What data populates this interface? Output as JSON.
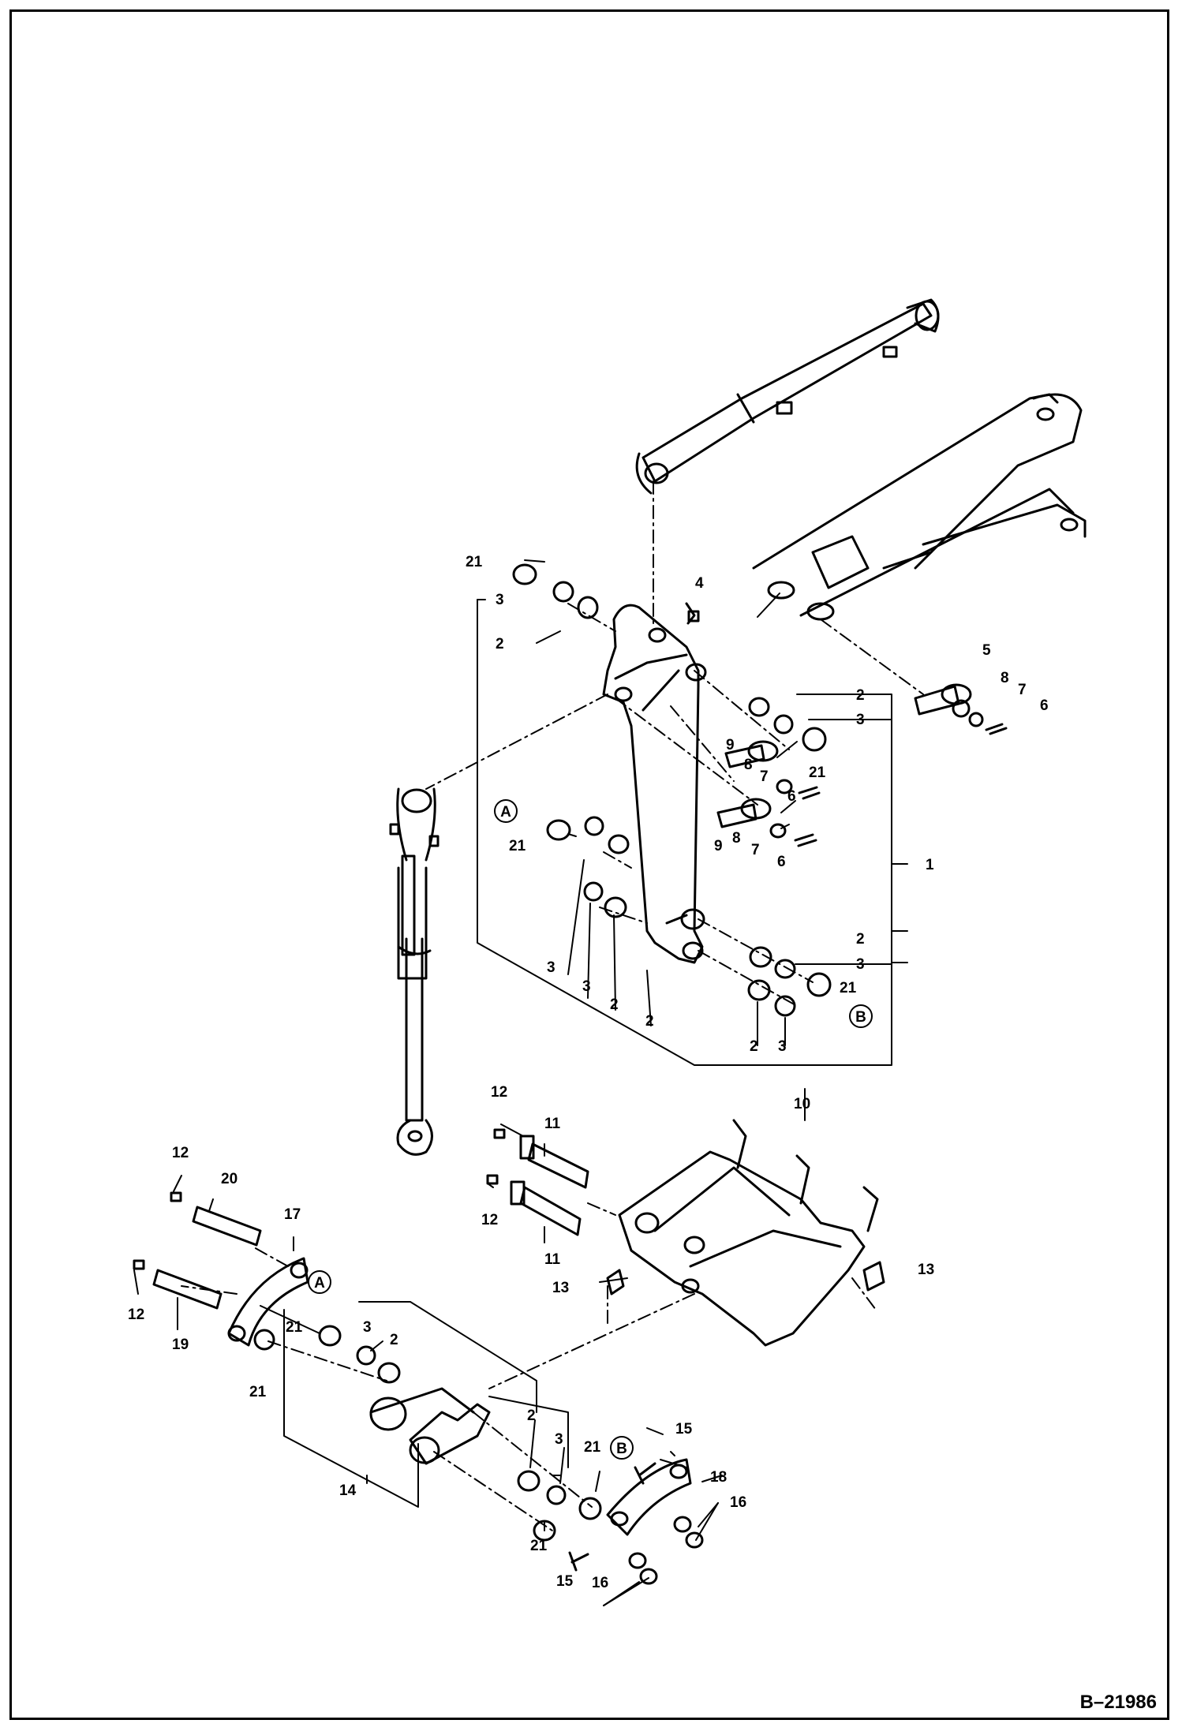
{
  "figure": {
    "reference_code": "B–21986",
    "callouts": [
      "1",
      "2",
      "3",
      "4",
      "5",
      "6",
      "7",
      "8",
      "9",
      "10",
      "11",
      "12",
      "13",
      "14",
      "15",
      "16",
      "17",
      "18",
      "19",
      "20",
      "21"
    ],
    "circled_markers": [
      "A",
      "B"
    ],
    "callout_labels": {
      "c1": "1",
      "c2": "2",
      "c3": "3",
      "c4": "4",
      "c5": "5",
      "c6": "6",
      "c7": "7",
      "c8": "8",
      "c9": "9",
      "c10": "10",
      "c11": "11",
      "c12": "12",
      "c13": "13",
      "c14": "14",
      "c15": "15",
      "c16": "16",
      "c17": "17",
      "c18": "18",
      "c19": "19",
      "c20": "20",
      "c21": "21",
      "mA": "A",
      "mB": "B"
    }
  }
}
